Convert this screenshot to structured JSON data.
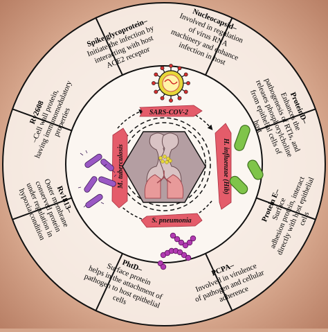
{
  "diagram": {
    "outer_ring": [
      {
        "title": "Spike glycoprotein–",
        "body": [
          "Initiate the infection by",
          "interacting with host",
          "ACE2 receptor"
        ]
      },
      {
        "title": "Nucleocapsid–",
        "body": [
          "Involved in regulation",
          "of virus RNA",
          "machinery and enhance",
          "infection in host"
        ]
      },
      {
        "title": "ProteinD–",
        "body": [
          "Enhances the",
          "pathogenesis of RTIs, and",
          "releases phosphorylcholine",
          "from epithelial cells of",
          "host"
        ]
      },
      {
        "title": "Protein E–",
        "body": [
          "Surface",
          "adhesion protein, interact",
          "directly with host epithelial",
          "cells"
        ]
      },
      {
        "title": "PCPA–",
        "body": [
          "Involved in virulence",
          "of pathogen and cellular",
          "adherence"
        ]
      },
      {
        "title": "PhtD–",
        "body": [
          "Surface protein",
          "helps in the attachment of",
          "pathogen to host epithelial",
          "cells"
        ]
      },
      {
        "title": "Rv1813–",
        "body": [
          "Outer membrane",
          "conserved protein",
          "under regulation in",
          "hypoxia condition"
        ]
      },
      {
        "title": "Rv2608",
        "body": [
          "–Cell wall protein,",
          "having immunomodulatory",
          "properties"
        ]
      }
    ],
    "pathogens": {
      "top": "SARS-COV-2",
      "right": "H. influenzae (Hib)",
      "bottom": "S. pneumonia",
      "left": "M. tuberculosis"
    }
  },
  "colors": {
    "background": "#d4a58b",
    "ring_fill": "#fbf6f1",
    "arrow": "#e45c6a",
    "virus": "#e6d73a",
    "hib": "#7fc44a",
    "strep": "#b23ab2",
    "tb": "#9a58c4",
    "center": "#b49ea2"
  }
}
